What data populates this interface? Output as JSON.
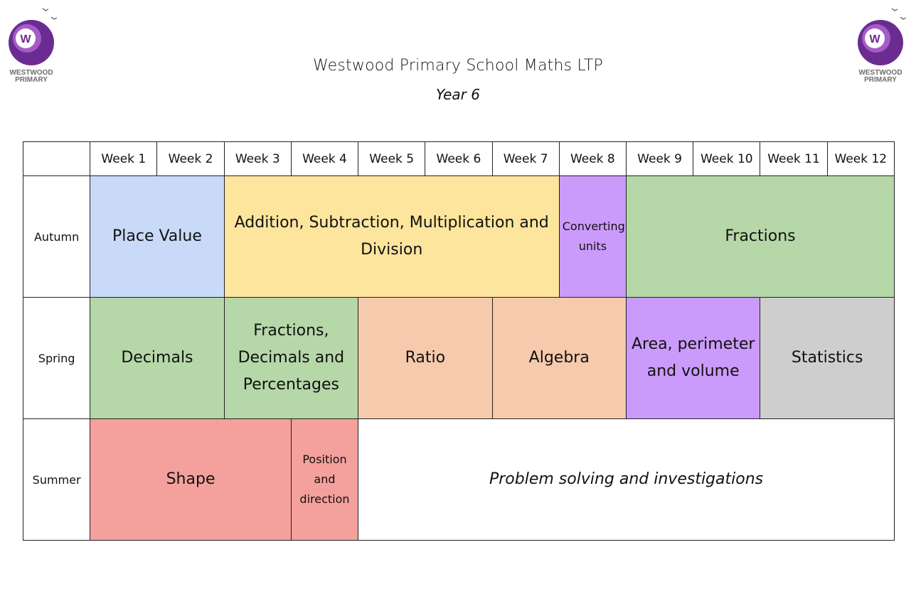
{
  "logo": {
    "line1": "WESTWOOD",
    "line2": "PRIMARY",
    "letter": "W"
  },
  "header": {
    "title": "Westwood Primary School Maths LTP",
    "subtitle": "Year 6"
  },
  "weeks": [
    "Week 1",
    "Week 2",
    "Week 3",
    "Week 4",
    "Week 5",
    "Week 6",
    "Week 7",
    "Week 8",
    "Week 9",
    "Week 10",
    "Week 11",
    "Week 12"
  ],
  "terms": {
    "autumn": {
      "label": "Autumn",
      "units": [
        {
          "name": "Place Value",
          "color": "#c9daf8"
        },
        {
          "name": "Addition, Subtraction, Multiplication and Division",
          "color": "#fde59d"
        },
        {
          "name": "Converting units",
          "color": "#cb9bfc"
        },
        {
          "name": "Fractions",
          "color": "#b6d7a8"
        }
      ]
    },
    "spring": {
      "label": "Spring",
      "units": [
        {
          "name": "Decimals",
          "color": "#b6d7a8"
        },
        {
          "name": "Fractions, Decimals and Percentages",
          "color": "#b6d7a8"
        },
        {
          "name": "Ratio",
          "color": "#f6caac"
        },
        {
          "name": "Algebra",
          "color": "#f6caac"
        },
        {
          "name": "Area, perimeter and volume",
          "color": "#cb9bfc"
        },
        {
          "name": "Statistics",
          "color": "#cfcece"
        }
      ]
    },
    "summer": {
      "label": "Summer",
      "units": [
        {
          "name": "Shape",
          "color": "#f4a09c"
        },
        {
          "name": "Position and direction",
          "color": "#f4a09c"
        },
        {
          "name": "Problem solving and investigations",
          "color": "#ffffff"
        }
      ]
    }
  }
}
